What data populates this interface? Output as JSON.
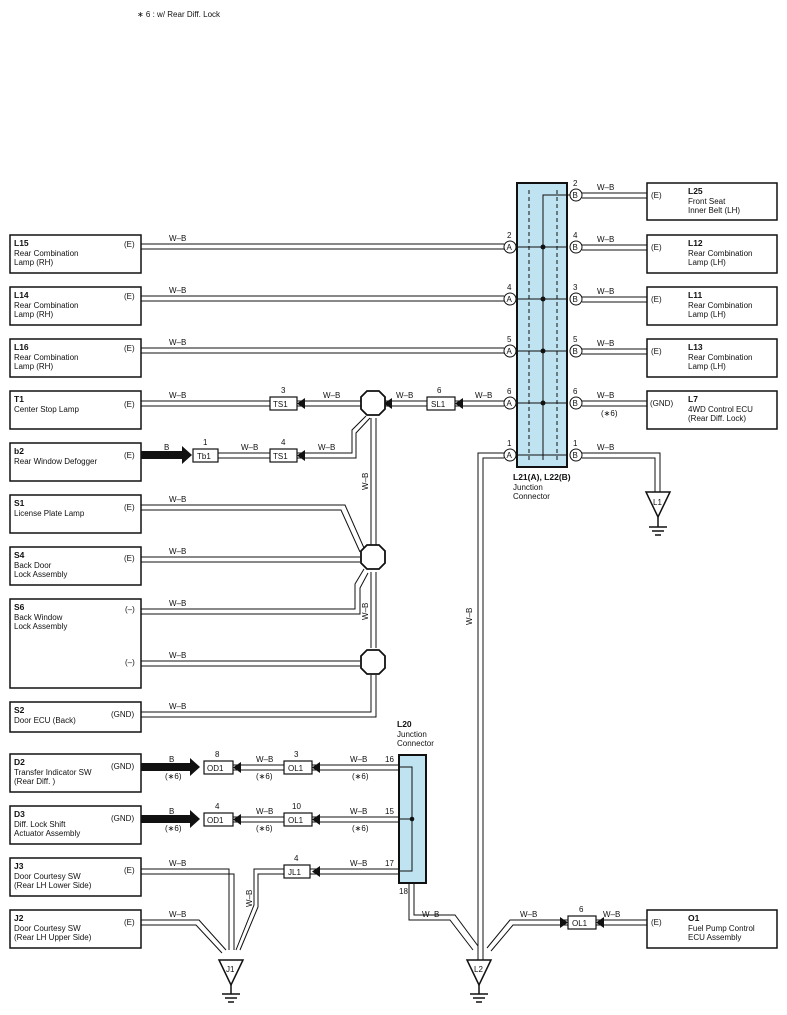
{
  "note": "∗ 6 : w/ Rear Diff.  Lock",
  "colors": {
    "connector_fill": "#bfe3f0",
    "line": "#111111",
    "background": "#ffffff"
  },
  "wire_color": "W–B",
  "wire_color_black": "B",
  "optional_mark": "(∗6)",
  "junction_l21": {
    "id": "L21(A), L22(B)",
    "line1": "Junction",
    "line2": "Connector"
  },
  "junction_l20": {
    "id": "L20",
    "line1": "Junction",
    "line2": "Connector"
  },
  "left_components": {
    "L15": {
      "id": "L15",
      "name": [
        "Rear Combination",
        "Lamp (RH)"
      ],
      "ground": "(E)",
      "pin": "2",
      "side": "A"
    },
    "L14": {
      "id": "L14",
      "name": [
        "Rear Combination",
        "Lamp (RH)"
      ],
      "ground": "(E)",
      "pin": "4",
      "side": "A"
    },
    "L16": {
      "id": "L16",
      "name": [
        "Rear Combination",
        "Lamp (RH)"
      ],
      "ground": "(E)",
      "pin": "5",
      "side": "A"
    },
    "T1": {
      "id": "T1",
      "name": [
        "Center Stop Lamp"
      ],
      "ground": "(E)"
    },
    "b2": {
      "id": "b2",
      "name": [
        "Rear Window Defogger"
      ],
      "ground": "(E)"
    },
    "S1": {
      "id": "S1",
      "name": [
        "License Plate Lamp"
      ],
      "ground": "(E)"
    },
    "S4": {
      "id": "S4",
      "name": [
        "Back Door",
        "Lock Assembly"
      ],
      "ground": "(E)"
    },
    "S6": {
      "id": "S6",
      "name": [
        "Back Window",
        "Lock Assembly"
      ],
      "ground": "(–)",
      "ground2": "(–)"
    },
    "S2": {
      "id": "S2",
      "name": [
        "Door ECU (Back)"
      ],
      "ground": "(GND)"
    },
    "D2": {
      "id": "D2",
      "name": [
        "Transfer Indicator SW",
        "(Rear Diff. )"
      ],
      "ground": "(GND)"
    },
    "D3": {
      "id": "D3",
      "name": [
        "Diff.  Lock Shift",
        "Actuator Assembly"
      ],
      "ground": "(GND)"
    },
    "J3": {
      "id": "J3",
      "name": [
        "Door Courtesy SW",
        "(Rear LH Lower Side)"
      ],
      "ground": "(E)"
    },
    "J2": {
      "id": "J2",
      "name": [
        "Door Courtesy SW",
        "(Rear LH Upper Side)"
      ],
      "ground": "(E)"
    }
  },
  "right_components": {
    "L25": {
      "id": "L25",
      "name": [
        "Front Seat",
        "Inner Belt (LH)"
      ],
      "ground": "(E)",
      "pin": "2",
      "side": "B"
    },
    "L12": {
      "id": "L12",
      "name": [
        "Rear Combination",
        "Lamp (LH)"
      ],
      "ground": "(E)",
      "pin": "4",
      "side": "B"
    },
    "L11": {
      "id": "L11",
      "name": [
        "Rear Combination",
        "Lamp (LH)"
      ],
      "ground": "(E)",
      "pin": "3",
      "side": "B"
    },
    "L13": {
      "id": "L13",
      "name": [
        "Rear Combination",
        "Lamp (LH)"
      ],
      "ground": "(E)",
      "pin": "5",
      "side": "B"
    },
    "L7": {
      "id": "L7",
      "name": [
        "4WD Control ECU",
        "(Rear Diff.  Lock)"
      ],
      "ground": "(GND)",
      "pin": "6",
      "side": "B"
    },
    "O1": {
      "id": "O1",
      "name": [
        "Fuel Pump Control",
        "ECU Assembly"
      ],
      "ground": "(E)"
    }
  },
  "l21_extra_pins": {
    "a6": "6",
    "a1": "1",
    "b1": "1"
  },
  "splices": {
    "TS1_upper": {
      "label": "TS1",
      "pin": "3"
    },
    "TS1_lower": {
      "label": "TS1",
      "pin": "4"
    },
    "Tb1": {
      "label": "Tb1",
      "pin": "1"
    },
    "SL1": {
      "label": "SL1",
      "pin": "6"
    },
    "OD1_upper": {
      "label": "OD1",
      "pin": "8"
    },
    "OD1_lower": {
      "label": "OD1",
      "pin": "4"
    },
    "OL1_upper": {
      "label": "OL1",
      "pin": "3"
    },
    "OL1_lower": {
      "label": "OL1",
      "pin": "10"
    },
    "JL1": {
      "label": "JL1",
      "pin": "4"
    },
    "OL1_right": {
      "label": "OL1",
      "pin": "6"
    }
  },
  "l20_pins": {
    "p16": "16",
    "p15": "15",
    "p17": "17",
    "p18": "18"
  },
  "grounds": {
    "L1": "L1",
    "J1": "J1",
    "L2": "L2"
  }
}
